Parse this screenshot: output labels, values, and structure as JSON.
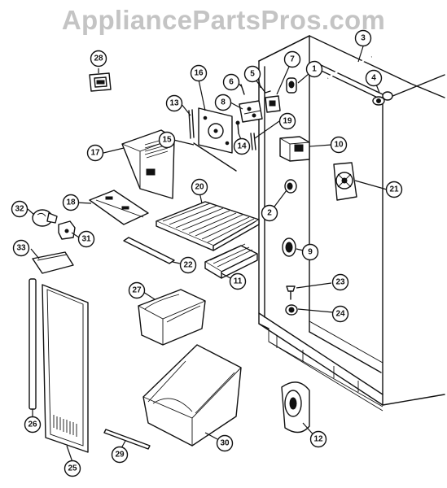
{
  "watermark": "AppliancePartsPros.com",
  "callouts": {
    "c1": "1",
    "c2": "2",
    "c3": "3",
    "c4": "4",
    "c5": "5",
    "c6": "6",
    "c7": "7",
    "c8": "8",
    "c9": "9",
    "c10": "10",
    "c11": "11",
    "c12": "12",
    "c13": "13",
    "c14": "14",
    "c15": "15",
    "c16": "16",
    "c17": "17",
    "c18": "18",
    "c19": "19",
    "c20": "20",
    "c21": "21",
    "c22": "22",
    "c23": "23",
    "c24": "24",
    "c25": "25",
    "c26": "26",
    "c27": "27",
    "c28": "28",
    "c29": "29",
    "c30": "30",
    "c31": "31",
    "c32": "32",
    "c33": "33"
  }
}
